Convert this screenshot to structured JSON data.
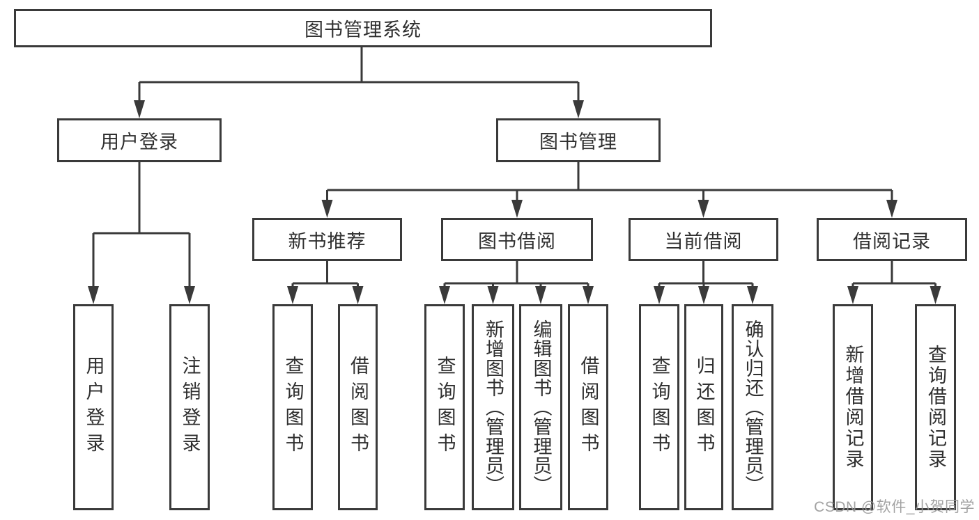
{
  "tree": {
    "label": "图书管理系统",
    "children": [
      {
        "label": "用户登录",
        "children": [
          {
            "label": "用户登录"
          },
          {
            "label": "注销登录"
          }
        ]
      },
      {
        "label": "图书管理",
        "children": [
          {
            "label": "新书推荐",
            "children": [
              {
                "label": "查询图书"
              },
              {
                "label": "借阅图书"
              }
            ]
          },
          {
            "label": "图书借阅",
            "children": [
              {
                "label": "查询图书"
              },
              {
                "label": "新增图书（管理员）"
              },
              {
                "label": "编辑图书（管理员）"
              },
              {
                "label": "借阅图书"
              }
            ]
          },
          {
            "label": "当前借阅",
            "children": [
              {
                "label": "查询图书"
              },
              {
                "label": "归还图书"
              },
              {
                "label": "确认归还（管理员）"
              }
            ]
          },
          {
            "label": "借阅记录",
            "children": [
              {
                "label": "新增借阅记录"
              },
              {
                "label": "查询借阅记录"
              }
            ]
          }
        ]
      }
    ]
  },
  "watermark": {
    "text": "CSDN @软件_小贺同学"
  },
  "colors": {
    "line": "#3a3a3a",
    "text": "#2f2f2f",
    "background": "#ffffff",
    "watermark": "#989898"
  }
}
